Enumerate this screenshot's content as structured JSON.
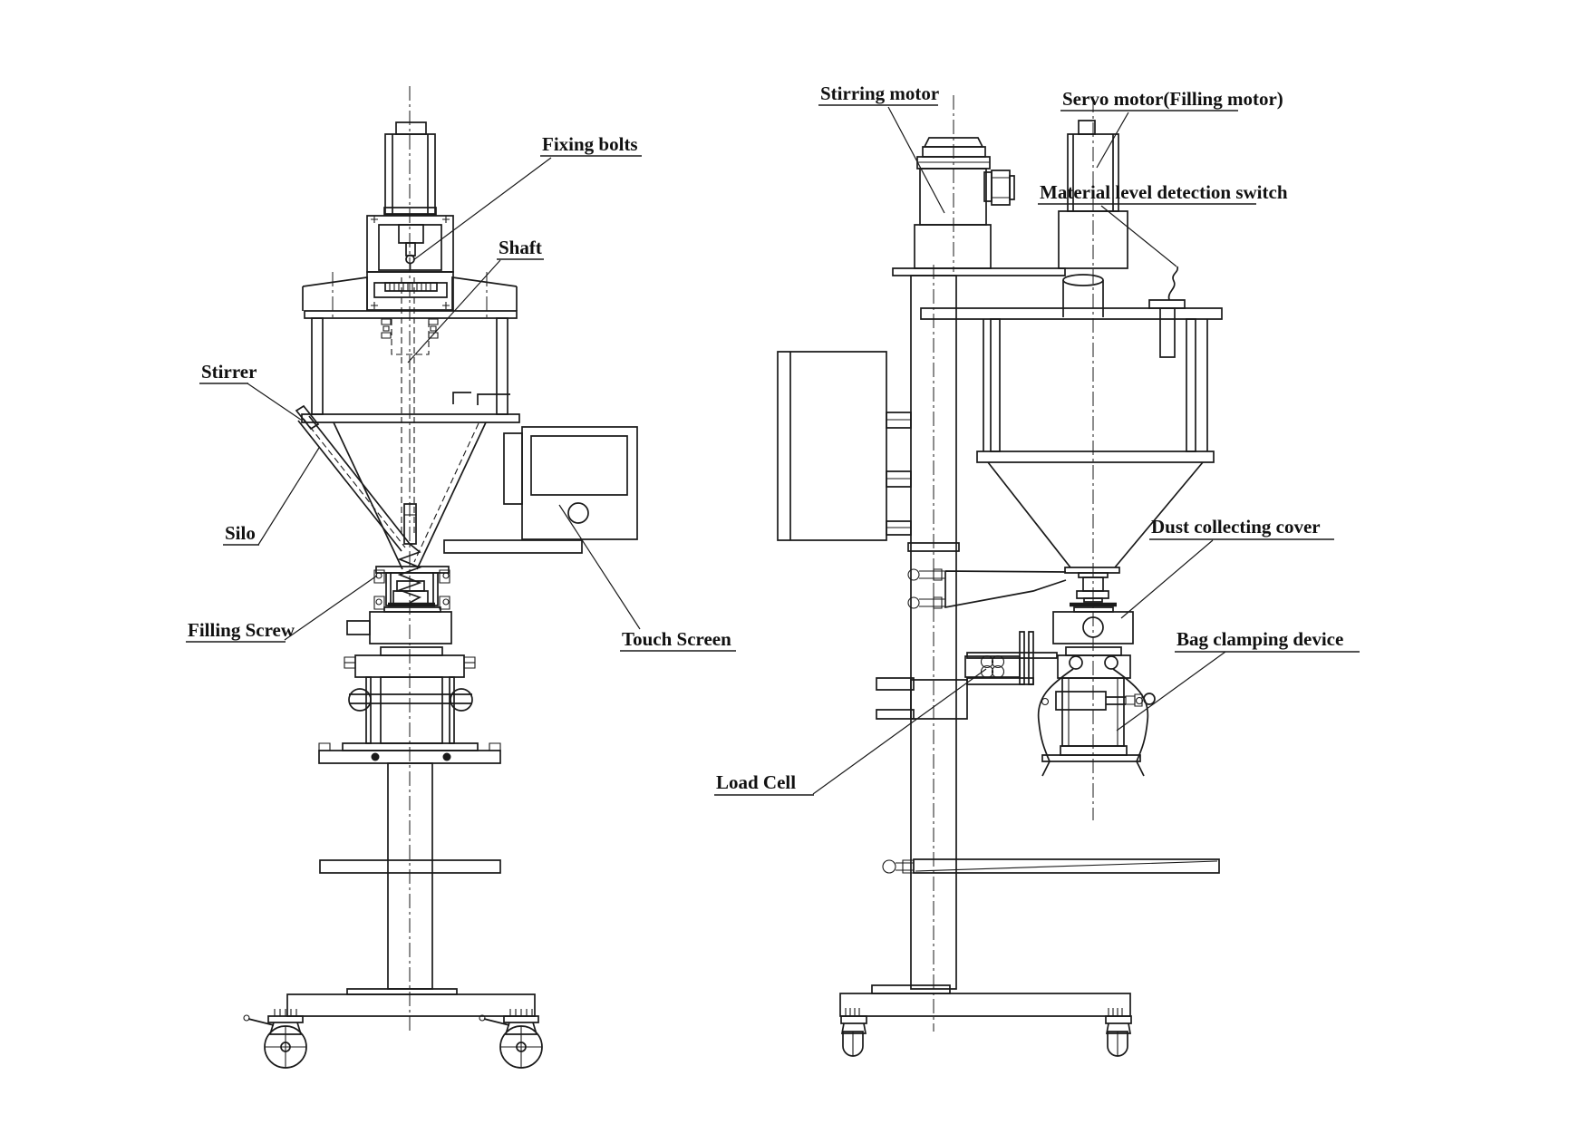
{
  "drawing": {
    "background": "#ffffff",
    "line_color": "#1a1a1a",
    "views": {
      "left": "front view of auger filling machine",
      "right": "side view of auger filling machine"
    }
  },
  "labels": {
    "front_view": {
      "fixing_bolts": "Fixing bolts",
      "shaft": "Shaft",
      "stirrer": "Stirrer",
      "silo": "Silo",
      "filling_screw": "Filling Screw",
      "touch_screen": "Touch Screen"
    },
    "side_view": {
      "stirring_motor": "Stirring motor",
      "servo_motor": "Servo motor(Filling motor)",
      "material_level_switch": "Material level detection switch",
      "dust_collecting_cover": "Dust collecting cover",
      "bag_clamping_device": "Bag clamping device",
      "load_cell": "Load Cell"
    }
  }
}
